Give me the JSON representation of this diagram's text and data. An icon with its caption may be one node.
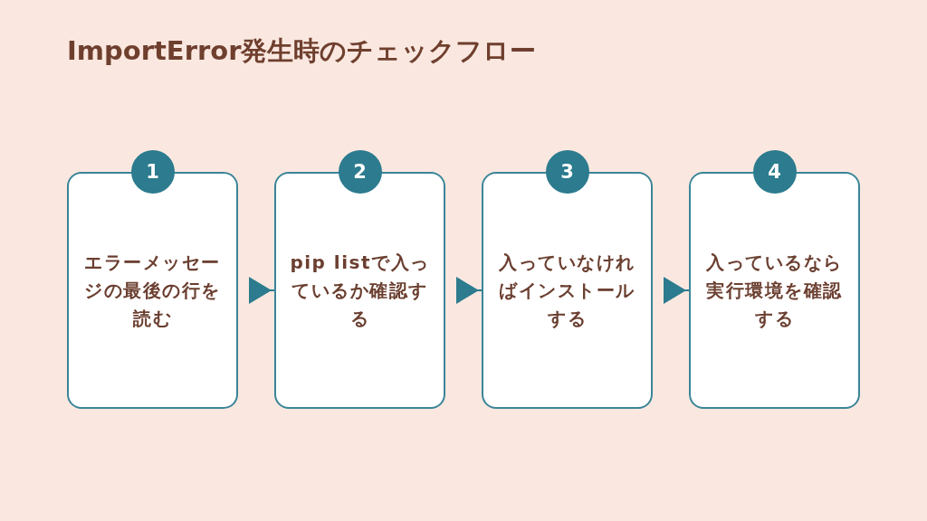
{
  "diagram": {
    "title": "ImportError発生時のチェックフロー",
    "nodes": [
      {
        "text": [
          "1",
          "エラーメッセージの最後の行を読む"
        ]
      },
      {
        "text": [
          "2",
          "pip listで入っているか確認する"
        ]
      },
      {
        "text": [
          "3",
          "入っていなければインストールする"
        ]
      },
      {
        "text": [
          "4",
          "入っているなら実行環境を確認する"
        ]
      }
    ],
    "edges": [
      {
        "from": 0,
        "to": 1,
        "arrow": "to"
      },
      {
        "from": 1,
        "to": 2,
        "arrow": "to"
      },
      {
        "from": 2,
        "to": 3,
        "arrow": "to"
      }
    ]
  }
}
